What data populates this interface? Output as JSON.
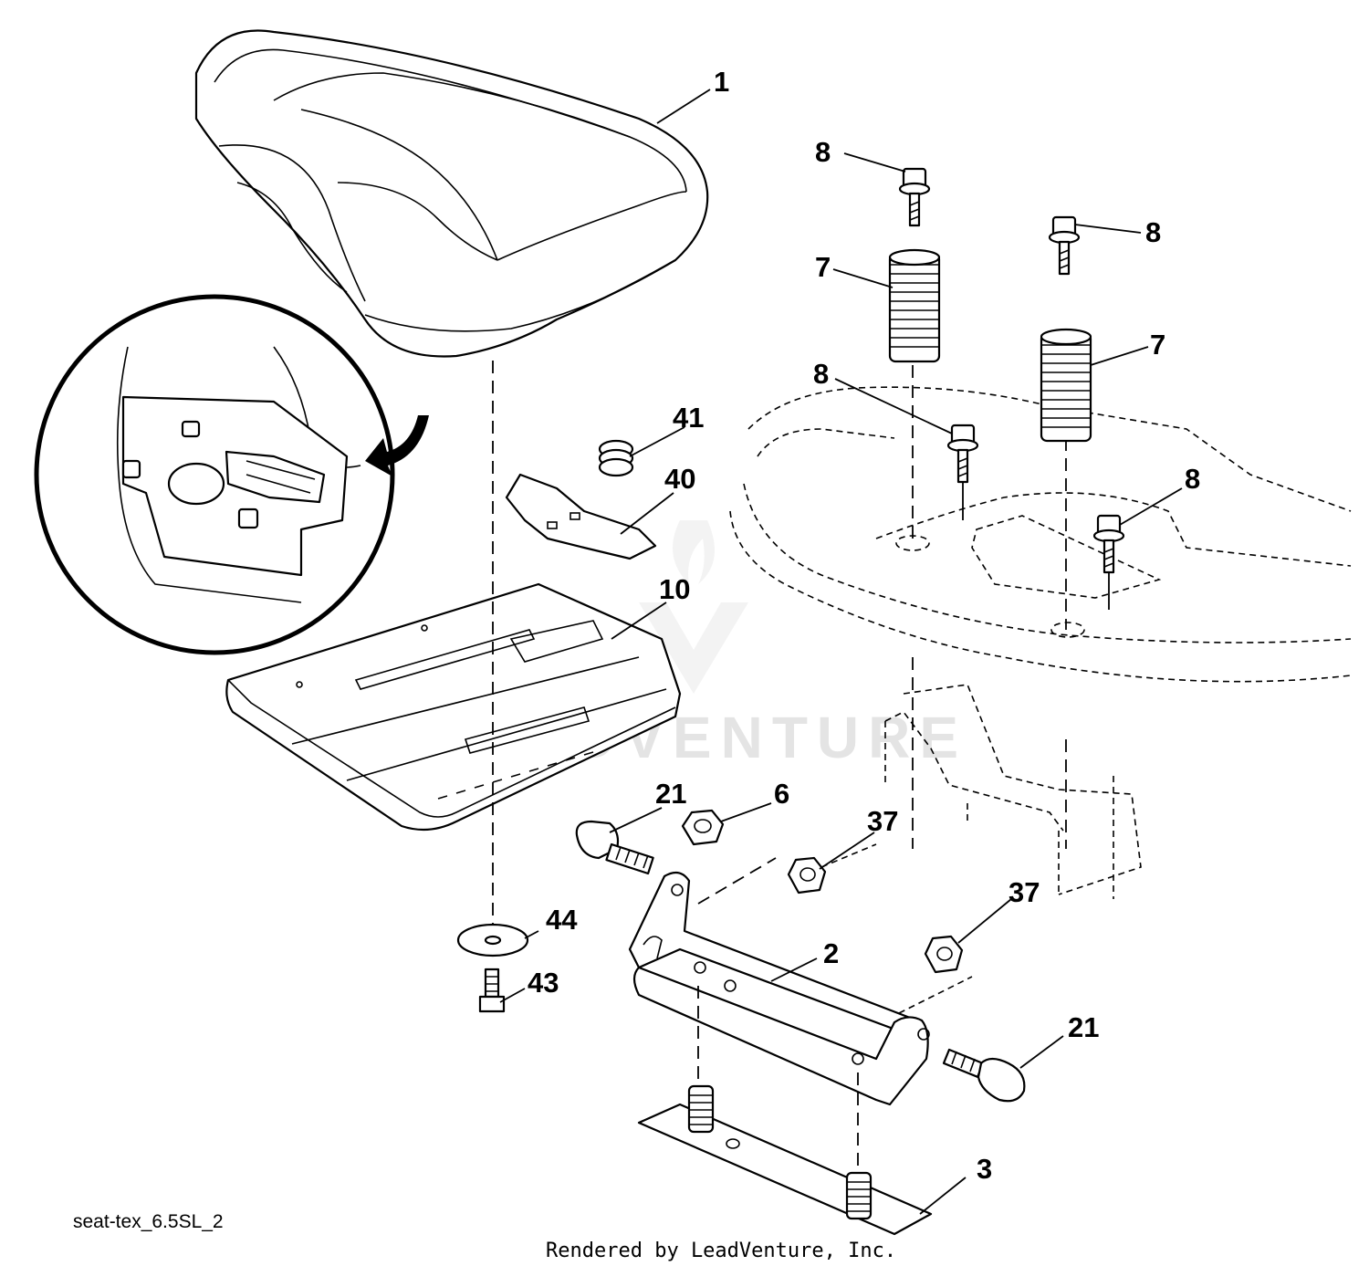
{
  "callouts": {
    "seat": "1",
    "bolt_top_left": "8",
    "bolt_top_right": "8",
    "bolt_mid_left": "8",
    "bolt_mid_right": "8",
    "spring_left": "7",
    "spring_right": "7",
    "spring_small": "41",
    "seat_latch": "40",
    "seat_pan": "10",
    "bolt_front": "21",
    "bolt_rear": "21",
    "nut_6": "6",
    "nut_37_upper": "37",
    "nut_37_lower": "37",
    "washer": "44",
    "screw": "43",
    "bracket": "2",
    "plate": "3"
  },
  "footer": {
    "diagram_id": "seat-tex_6.5SL_2",
    "credit": "Rendered by LeadVenture, Inc."
  },
  "watermark": {
    "text": "LEADVENTURE"
  }
}
